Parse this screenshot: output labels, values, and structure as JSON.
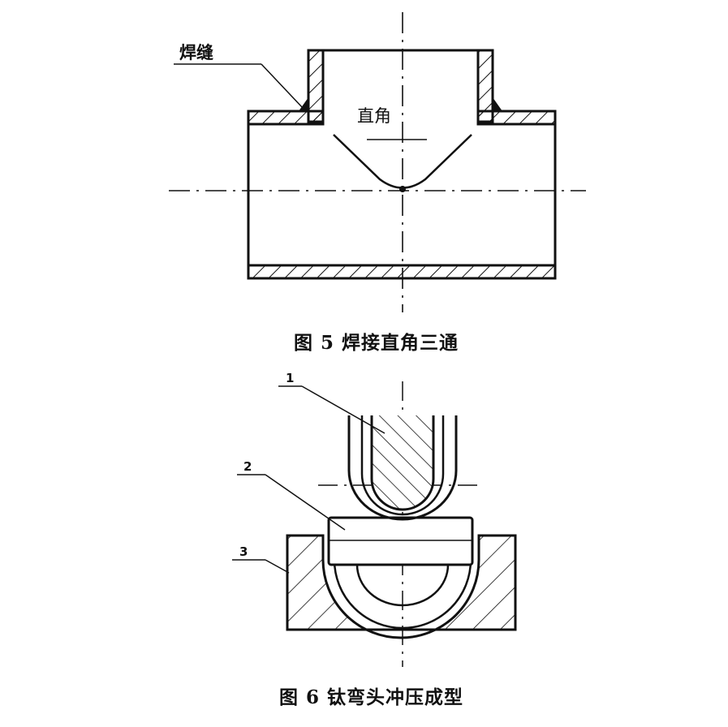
{
  "figure5": {
    "label_weld": "焊缝",
    "label_right_angle": "直角",
    "caption": "图 5   焊接直角三通"
  },
  "figure6": {
    "label_1": "1",
    "label_2": "2",
    "label_3": "3",
    "caption": "图 6  钛弯头冲压成型"
  }
}
